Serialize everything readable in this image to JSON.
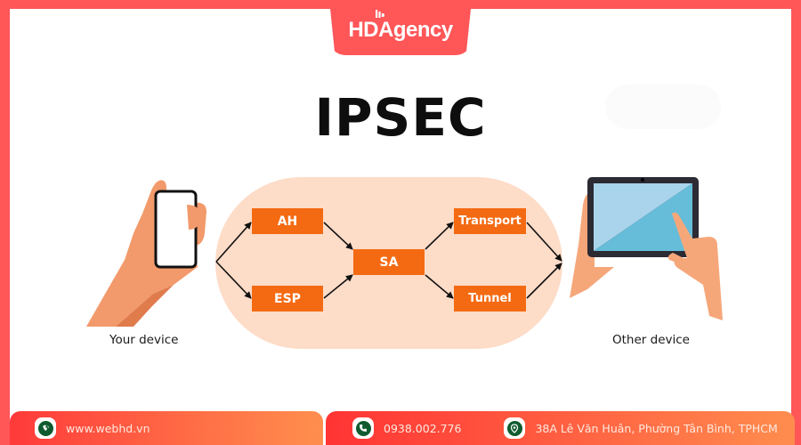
{
  "brand": {
    "name": "HD Agency",
    "name_part1": "HD",
    "name_part2": "Agency",
    "frame_color": "#ff5658"
  },
  "diagram": {
    "title": "IPSEC",
    "left_device_label": "Your device",
    "right_device_label": "Other device",
    "nodes": {
      "ah": "AH",
      "esp": "ESP",
      "sa": "SA",
      "transport": "Transport",
      "tunnel": "Tunnel"
    },
    "edges": [
      [
        "Your device",
        "AH"
      ],
      [
        "Your device",
        "ESP"
      ],
      [
        "AH",
        "SA"
      ],
      [
        "ESP",
        "SA"
      ],
      [
        "SA",
        "Transport"
      ],
      [
        "SA",
        "Tunnel"
      ],
      [
        "Transport",
        "Other device"
      ],
      [
        "Tunnel",
        "Other device"
      ]
    ],
    "colors": {
      "node_fill": "#f46a12",
      "node_text": "#ffffff",
      "container_fill": "#fddcc8",
      "arrow": "#111111"
    }
  },
  "footer": {
    "website": {
      "icon": "globe-icon",
      "text": "www.webhd.vn"
    },
    "phone": {
      "icon": "phone-icon",
      "text": "0938.002.776"
    },
    "address": {
      "icon": "location-pin-icon",
      "text": "38A Lê Văn Huân, Phường Tân Bình, TPHCM"
    }
  }
}
